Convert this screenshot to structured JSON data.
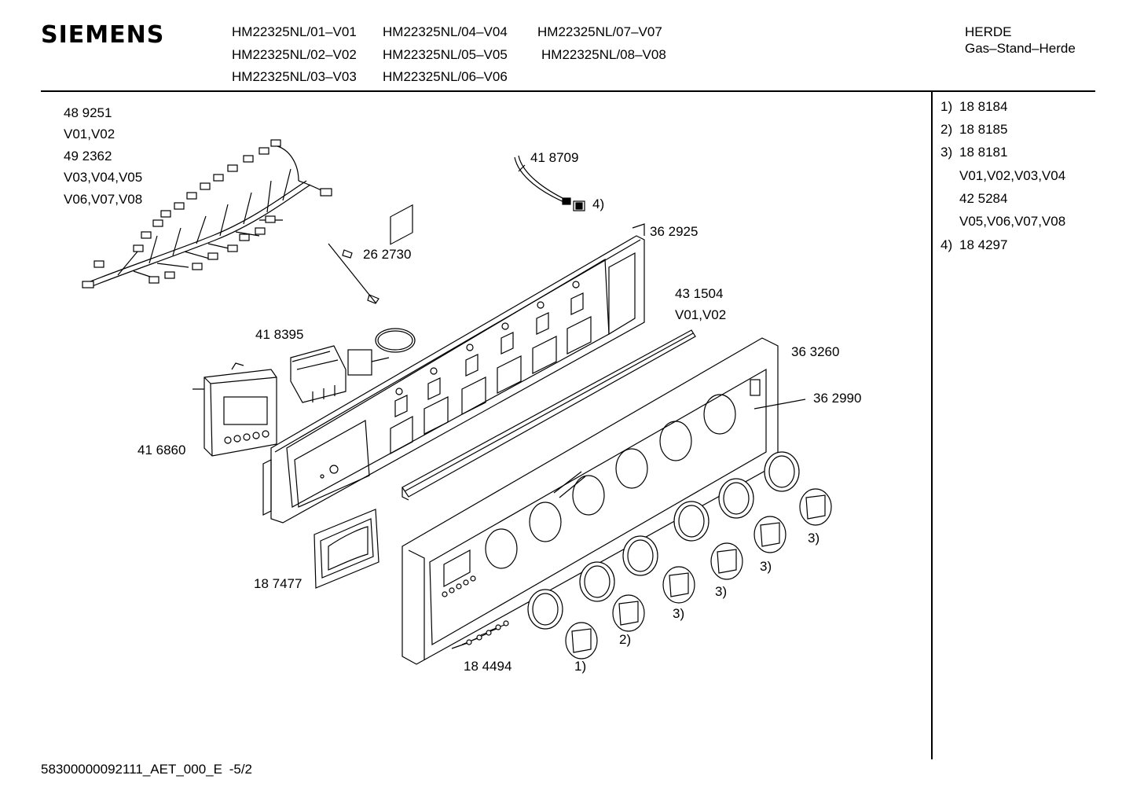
{
  "header": {
    "brand": "SIEMENS",
    "models": [
      [
        "HM22325NL/01–V01",
        "HM22325NL/04–V04",
        "HM22325NL/07–V07"
      ],
      [
        "HM22325NL/02–V02",
        "HM22325NL/05–V05",
        "HM22325NL/08–V08"
      ],
      [
        "HM22325NL/03–V03",
        "HM22325NL/06–V06"
      ]
    ],
    "category": "HERDE",
    "subcategory": "Gas–Stand–Herde"
  },
  "legend": [
    {
      "key": "1)",
      "value": "18 8184"
    },
    {
      "key": "2)",
      "value": "18 8185"
    },
    {
      "key": "3)",
      "value": "18 8181"
    },
    {
      "key": "",
      "value": "V01,V02,V03,V04"
    },
    {
      "key": "",
      "value": "42 5284"
    },
    {
      "key": "",
      "value": "V05,V06,V07,V08"
    },
    {
      "key": "4)",
      "value": "18 4297"
    }
  ],
  "parts": {
    "harness_a": "48 9251",
    "harness_a_var": "V01,V02",
    "harness_b": "49 2362",
    "harness_b_var1": "V03,V04,V05",
    "harness_b_var2": "V06,V07,V08",
    "cable": "41 8709",
    "clip": "4)",
    "sensor": "26 2730",
    "bracket": "36 2925",
    "strip": "43 1504",
    "strip_var": "V01,V02",
    "switch": "41 8395",
    "panel_frame": "36 3260",
    "panel": "36 2990",
    "timer": "41 6860",
    "handle": "18 7477",
    "screws": "18 4494",
    "knob1": "1)",
    "knob2": "2)",
    "knob3a": "3)",
    "knob3b": "3)",
    "knob3c": "3)",
    "knob3d": "3)"
  },
  "footer": {
    "doc_id": "58300000092111_AET_000_E",
    "page": "-5/2"
  }
}
